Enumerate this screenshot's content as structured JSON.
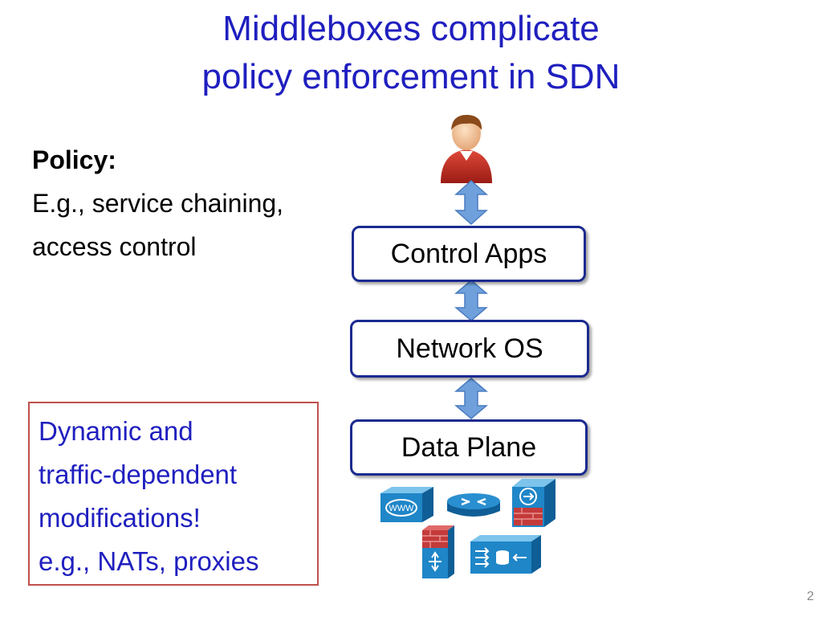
{
  "slide": {
    "title_line1": "Middleboxes complicate",
    "title_line2": "policy enforcement in SDN",
    "page_number": "2"
  },
  "policy": {
    "heading": "Policy:",
    "line1": "E.g., service chaining,",
    "line2": "access control"
  },
  "stack": {
    "layers": [
      "Control Apps",
      "Network OS",
      "Data Plane"
    ]
  },
  "note": {
    "lines": [
      "Dynamic and",
      "traffic-dependent",
      "modifications!",
      "e.g., NATs, proxies"
    ]
  },
  "icons": [
    "user-icon",
    "www-server-icon",
    "router-icon",
    "load-balancer-icon",
    "firewall-icon",
    "switch-icon",
    "storage-icon"
  ],
  "colors": {
    "title": "#1f1fbf",
    "note_border": "#c0504d",
    "layer_border": "#1b2a8f",
    "arrow": "#6fa0dc"
  }
}
